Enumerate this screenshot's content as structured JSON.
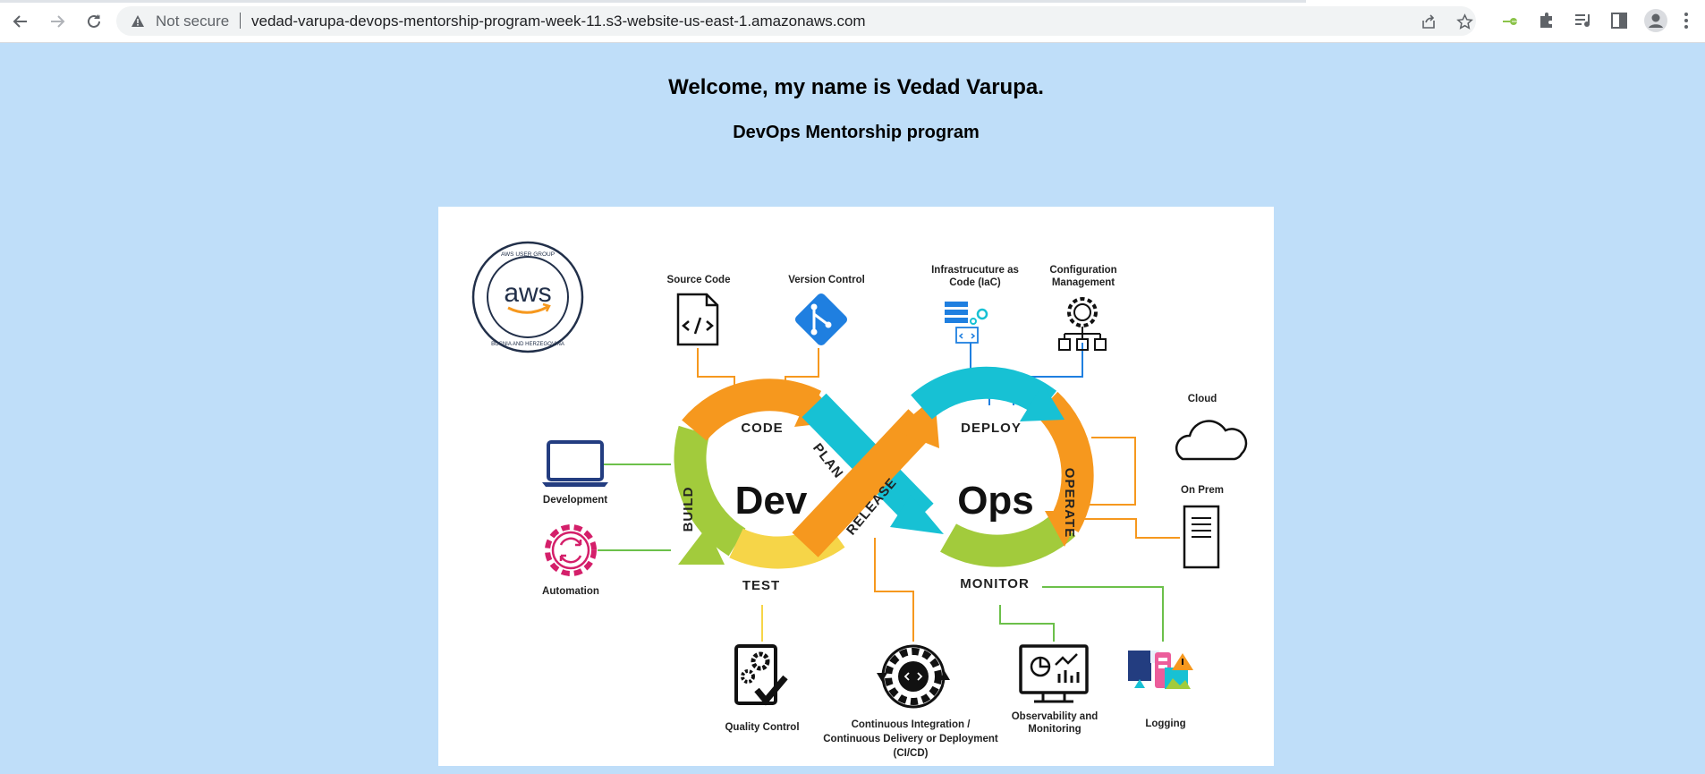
{
  "browser": {
    "security_status": "Not secure",
    "url": "vedad-varupa-devops-mentorship-program-week-11.s3-website-us-east-1.amazonaws.com"
  },
  "page": {
    "title": "Welcome, my name is Vedad Varupa.",
    "subtitle": "DevOps Mentorship program"
  },
  "diagram": {
    "logo_text": "aws",
    "logo_ring_top": "AWS USER GROUP",
    "logo_ring_bottom": "BOSNIA AND HERZEGOVINA",
    "dev": "Dev",
    "ops": "Ops",
    "segments": {
      "code": "CODE",
      "plan": "PLAN",
      "build": "BUILD",
      "test": "TEST",
      "release": "RELEASE",
      "deploy": "DEPLOY",
      "operate": "OPERATE",
      "monitor": "MONITOR"
    },
    "labels": {
      "source_code": "Source Code",
      "version_control": "Version Control",
      "iac_1": "Infrastrucuture as",
      "iac_2": "Code (IaC)",
      "config_1": "Configuration",
      "config_2": "Management",
      "cloud": "Cloud",
      "on_prem": "On Prem",
      "development": "Development",
      "automation": "Automation",
      "quality_control": "Quality Control",
      "cicd_1": "Continuous Integration /",
      "cicd_2": "Continuous Delivery or Deployment",
      "cicd_3": "(CI/CD)",
      "observability_1": "Observability and",
      "observability_2": "Monitoring",
      "logging": "Logging"
    },
    "colors": {
      "orange": "#f6981e",
      "teal": "#17c1d4",
      "green": "#a2cb3c",
      "yellow": "#f6d548",
      "blue": "#1f7fe0",
      "navy": "#233d80",
      "pink": "#d41f6a"
    }
  }
}
